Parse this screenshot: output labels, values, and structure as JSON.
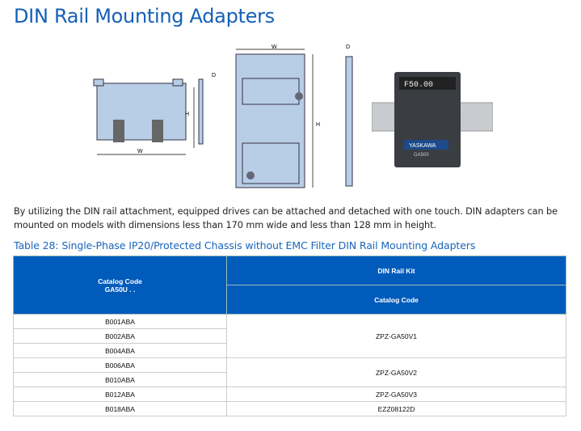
{
  "title": "DIN Rail Mounting Adapters",
  "figures": {
    "dim_w": "W",
    "dim_h": "H",
    "dim_d": "D",
    "brand": "YASKAWA",
    "model": "GA500",
    "display": "F50.00"
  },
  "paragraph": "By utilizing the DIN rail attachment, equipped drives can be attached and detached with one touch. DIN adapters can be mounted on models with dimensions less than 170 mm wide and less than 128 mm in height.",
  "table": {
    "caption": "Table 28: Single-Phase IP20/Protected Chassis without EMC Filter DIN Rail Mounting Adapters",
    "col1_header": "Catalog Code",
    "col1_sub": "GA50U . .",
    "group_header": "DIN Rail Kit",
    "col2_header": "Catalog Code",
    "rows": [
      "B001ABA",
      "B002ABA",
      "B004ABA",
      "B006ABA",
      "B010ABA",
      "B012ABA",
      "B018ABA"
    ],
    "kits": [
      "ZPZ-GA50V1",
      "ZPZ-GA50V2",
      "ZPZ-GA50V3",
      "EZZ08122D"
    ]
  }
}
